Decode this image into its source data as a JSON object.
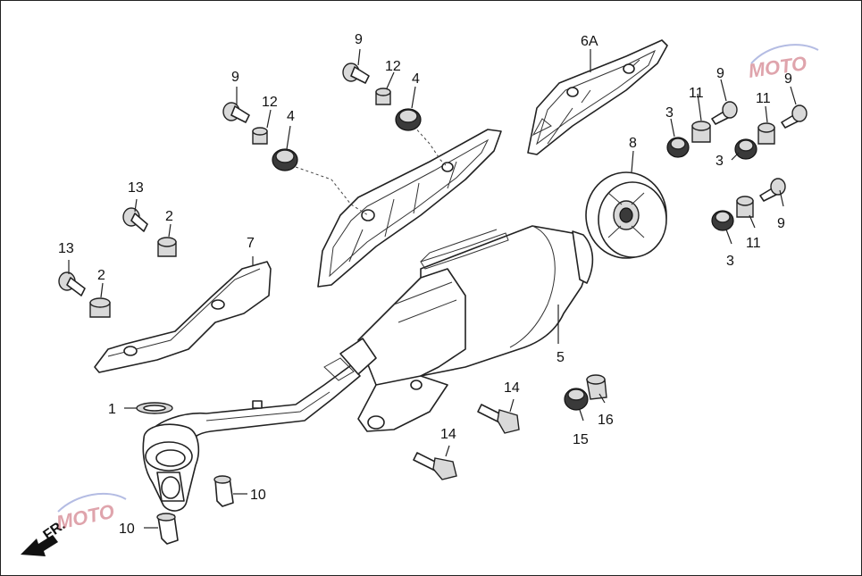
{
  "diagram": {
    "callouts": {
      "p1": "1",
      "p2a": "2",
      "p2b": "2",
      "p3a": "3",
      "p3b": "3",
      "p3c": "3",
      "p4a": "4",
      "p4b": "4",
      "p5": "5",
      "p6a": "6A",
      "p7": "7",
      "p8": "8",
      "p9a": "9",
      "p9b": "9",
      "p9c": "9",
      "p9d": "9",
      "p9e": "9",
      "p10a": "10",
      "p10b": "10",
      "p11a": "11",
      "p11b": "11",
      "p11c": "11",
      "p12a": "12",
      "p12b": "12",
      "p13a": "13",
      "p13b": "13",
      "p14a": "14",
      "p14b": "14",
      "p15": "15",
      "p16": "16"
    },
    "direction_label": "FR.",
    "watermark": "MOTO"
  }
}
